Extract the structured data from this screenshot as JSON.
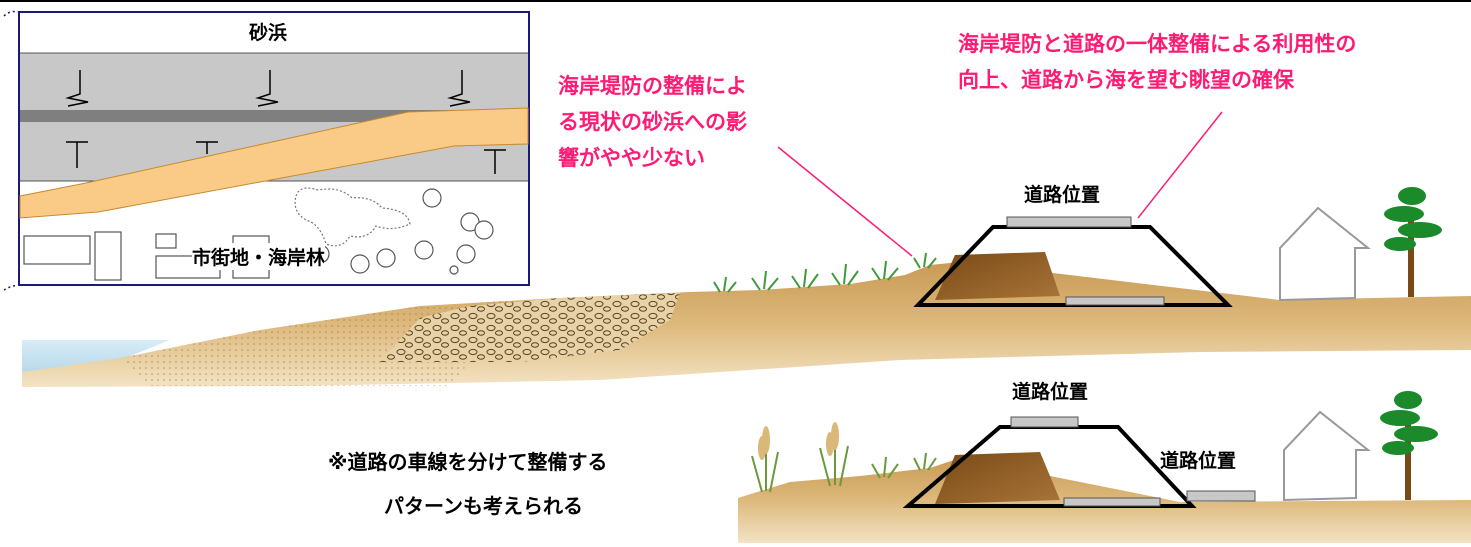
{
  "inset": {
    "title": "砂浜",
    "label": "市街地・海岸林"
  },
  "callouts": {
    "left": [
      "海岸堤防の整備によ",
      "る現状の砂浜への影",
      "響がやや少ない"
    ],
    "right": [
      "海岸堤防と道路の一体整備による利用性の",
      "向上、道路から海を望む眺望の確保"
    ]
  },
  "road_labels": {
    "upper": "道路位置",
    "lower_center": "道路位置",
    "lower_right": "道路位置"
  },
  "note": [
    "※道路の車線を分けて整備する",
    "パターンも考えられる"
  ],
  "colors": {
    "callout_text": "#ff1b74",
    "inset_border": "#1a1a7a",
    "sand_band": "#f9cb86",
    "ground": "#d4a86a",
    "embankment": "#8a5a22",
    "sea": "#cfe6f3",
    "pine": "#1a8a2a"
  }
}
